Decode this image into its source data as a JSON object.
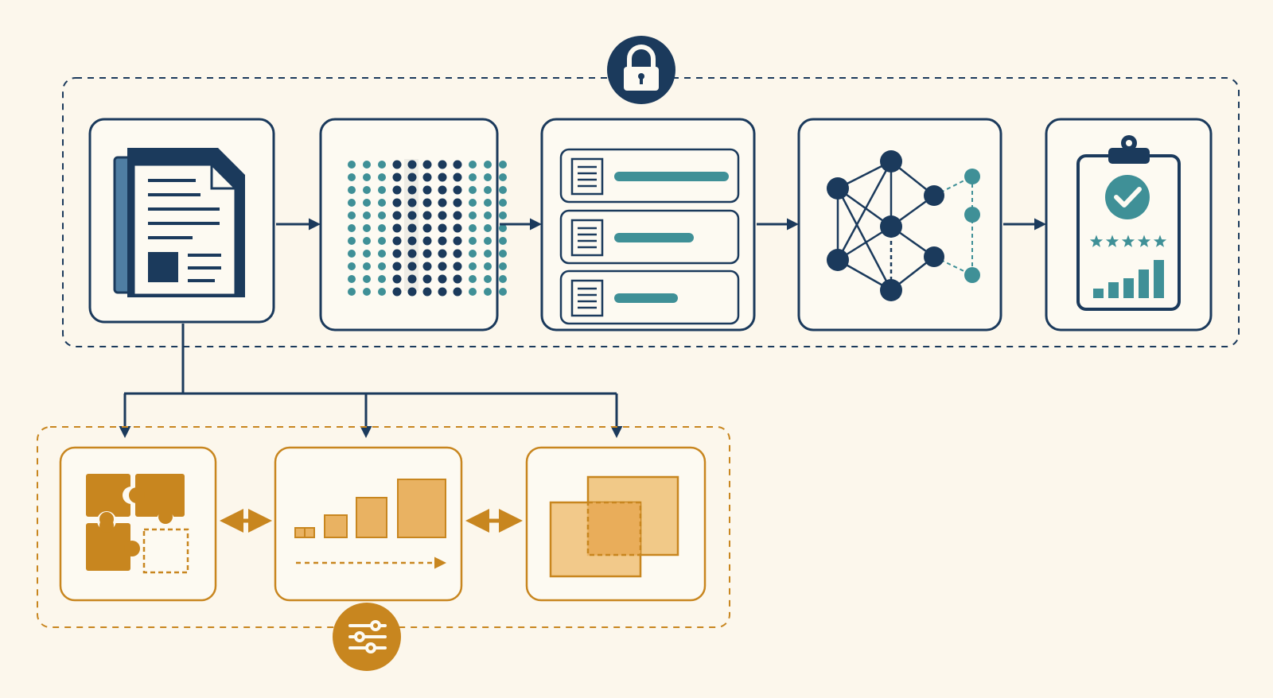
{
  "colors": {
    "background": "#fcf7ec",
    "navy": "#1b3a5c",
    "teal": "#3f9097",
    "gold": "#c8861f",
    "gold_light": "#e9b262",
    "card_fill": "#fdfaf2"
  },
  "top_group": {
    "badge_icon": "lock-icon",
    "stages": [
      {
        "id": "document",
        "icon": "document-icon"
      },
      {
        "id": "embedding",
        "icon": "dot-grid-icon"
      },
      {
        "id": "records",
        "icon": "record-list-icon"
      },
      {
        "id": "network",
        "icon": "neural-network-icon"
      },
      {
        "id": "evaluation",
        "icon": "clipboard-check-icon"
      }
    ]
  },
  "bottom_group": {
    "badge_icon": "sliders-icon",
    "modules": [
      {
        "id": "puzzle",
        "icon": "puzzle-icon"
      },
      {
        "id": "scaling",
        "icon": "growing-squares-icon"
      },
      {
        "id": "overlap",
        "icon": "overlapping-squares-icon"
      }
    ]
  },
  "evaluation_rating": {
    "stars": 5,
    "max": 5
  }
}
